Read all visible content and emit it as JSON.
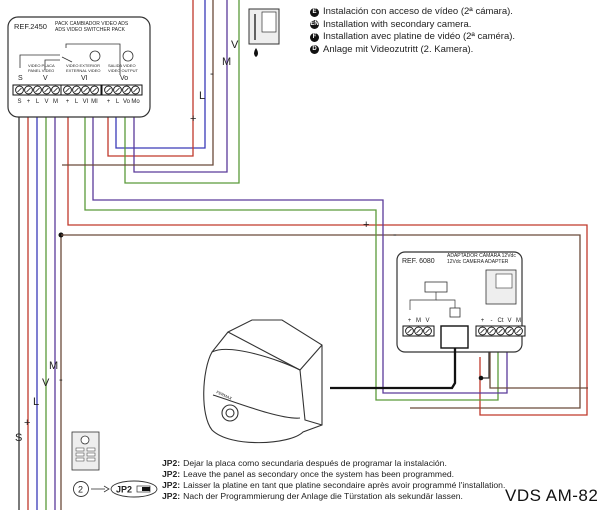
{
  "title_code": "VDS  AM-82",
  "legend": [
    {
      "icon": "language-badge-spanish",
      "badge": "E",
      "text": "Instalación con acceso de vídeo (2ª cámara)."
    },
    {
      "icon": "language-badge-english",
      "badge": "EN",
      "text": "Installation with secondary camera."
    },
    {
      "icon": "language-badge-french",
      "badge": "F",
      "text": "Installation avec platine de vidéo (2ª caméra)."
    },
    {
      "icon": "language-badge-german",
      "badge": "D",
      "text": "Anlage mit  Videozutritt (2. Kamera)."
    }
  ],
  "switcher": {
    "ref": "REF.2450",
    "name_es": "PACK CAMBIADOR VIDEO ADS",
    "name_en": "ADS VIDEO SWITCHER PACK",
    "sections": [
      {
        "caption_1": "VIDEO PLACA",
        "caption_2": "PANEL VIDEO",
        "letter": "V"
      },
      {
        "caption_1": "VIDEO EXTERIOR",
        "caption_2": "EXTERNAL VIDEO",
        "letter": "VI"
      },
      {
        "caption_1": "SALIDA VIDEO",
        "caption_2": "VIDEO OUTPUT",
        "letter": "Vo"
      }
    ],
    "s_label": "S",
    "terminals_group1": [
      "S",
      "+",
      "L",
      "V",
      "M"
    ],
    "terminals_group2": [
      "+",
      "L",
      "VI",
      "MI"
    ],
    "terminals_group3": [
      "+",
      "L",
      "Vo",
      "Mo"
    ]
  },
  "adapter": {
    "ref": "REF. 6080",
    "name_es": "ADAPTADOR CÁMARA 12Vdc",
    "name_en": "12Vdc CAMERA ADAPTER",
    "terminals_left": [
      "+",
      "M",
      "V"
    ],
    "terminals_right": [
      "+",
      "-",
      "Ct",
      "V",
      "M"
    ]
  },
  "wire_labels": {
    "monitor_bus": [
      "+",
      "L",
      "-",
      "M",
      "V"
    ],
    "panel_bus": [
      "S",
      "+",
      "L",
      "V",
      "M",
      "-"
    ],
    "supply": [
      "+",
      "-"
    ]
  },
  "wire_colors": {
    "S": "#333333",
    "plus": "#c0392b",
    "L": "#3a3ab8",
    "V": "#5a9a3a",
    "M": "#5b3a9a",
    "minus": "#6b4a3a"
  },
  "jumper": {
    "step": "2",
    "label": "JP2"
  },
  "notes": [
    {
      "key": "JP2:",
      "text": "Dejar la placa como secundaria después de programar la instalación."
    },
    {
      "key": "JP2:",
      "text": "Leave the panel as secondary once the system has been programmed."
    },
    {
      "key": "JP2:",
      "text": "Laisser la platine en tant que platine secondaire après avoir programmé l'installation."
    },
    {
      "key": "JP2:",
      "text": "Nach der Programmierung der Anlage die Türstation als sekundär lassen."
    }
  ],
  "camera_brand": "FERMAX"
}
